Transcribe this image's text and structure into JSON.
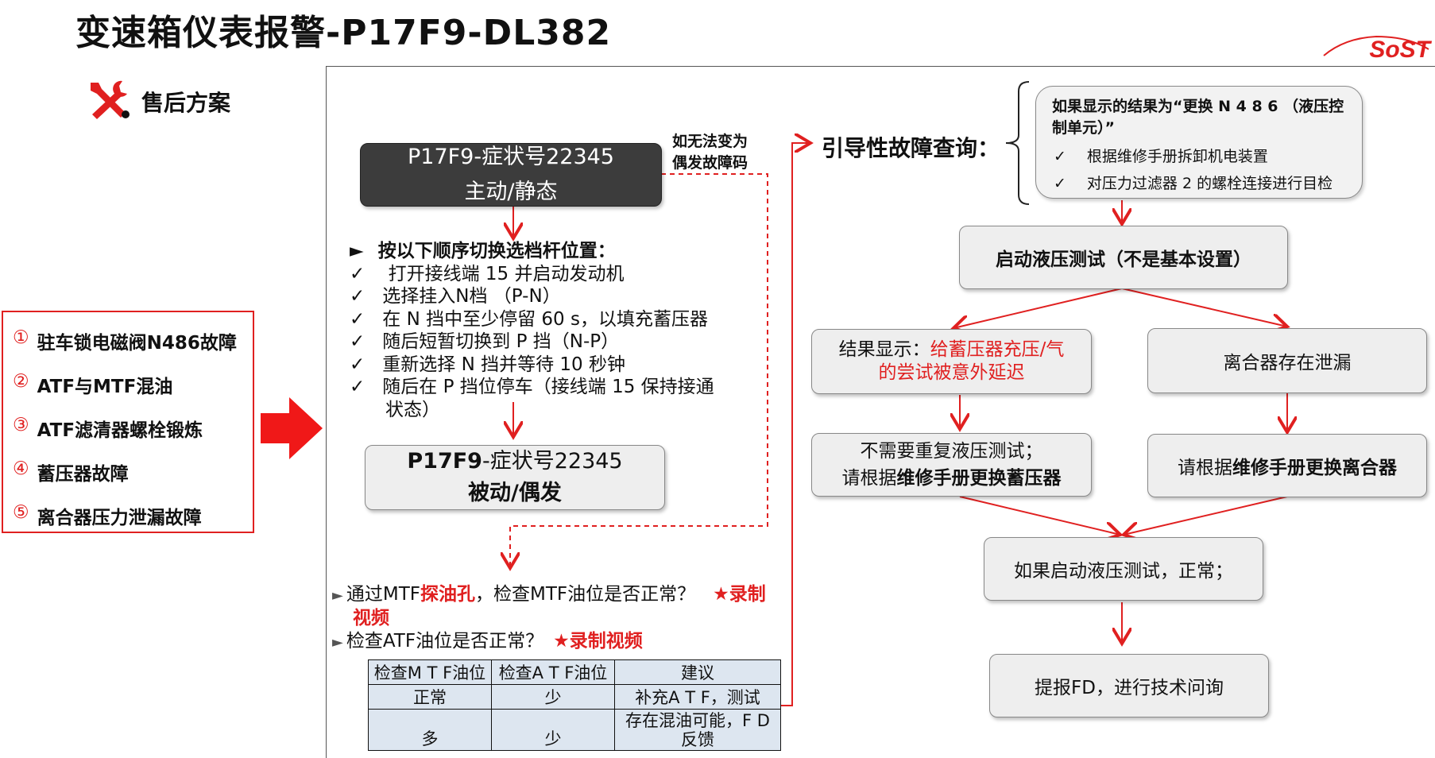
{
  "title": "变速箱仪表报警-P17F9-DL382",
  "logo": "SoST",
  "section": {
    "label": "售后方案",
    "icon": "wrench-screwdriver-icon"
  },
  "faults": [
    {
      "num": "①",
      "text": "驻车锁电磁阀N486故障"
    },
    {
      "num": "②",
      "text": "ATF与MTF混油"
    },
    {
      "num": "③",
      "text": "ATF滤清器螺栓锻炼"
    },
    {
      "num": "④",
      "text": "蓄压器故障"
    },
    {
      "num": "⑤",
      "text": "离合器压力泄漏故障"
    }
  ],
  "box1": {
    "line1": "P17F9-症状号22345",
    "line2": "主动/静态"
  },
  "note_sporadic": {
    "line1": "如无法变为",
    "line2": "偶发故障码"
  },
  "steps": {
    "heading_marker": "►",
    "heading": "按以下顺序切换选档杆位置：",
    "check": "✓",
    "items": [
      " 打开接线端 15 并启动发动机",
      "选择挂入N档 （P-N）",
      "在 N 挡中至少停留 60 s，以填充蓄压器",
      "随后短暂切换到 P 挡（N-P）",
      "重新选择 N 挡并等待 10 秒钟",
      "随后在 P 挡位停车（接线端 15 保持接通"
    ],
    "item_cont": "状态）"
  },
  "box2": {
    "line1_bold": "P17F9",
    "line1_rest": "-症状号22345",
    "line2": "被动/偶发"
  },
  "mtf": {
    "marker": "►",
    "line1_a": "通过MTF",
    "line1_red": "探油孔",
    "line1_b": "，检查MTF油位是否正常？",
    "line1_star": "★录制",
    "line1_star_cont": "视频",
    "line2_a": "检查ATF油位是否正常？",
    "line2_star": "★录制视频"
  },
  "table": {
    "headers": [
      "检查M T F油位",
      "检查A T F油位",
      "建议"
    ],
    "rows": [
      [
        "正常",
        "少",
        "补充A T F，测试"
      ],
      [
        "多",
        "少",
        "存在混油可能，F D\n反馈"
      ]
    ]
  },
  "guide": "引导性故障查询：",
  "info": {
    "line1_a": "如果显示的结果为“",
    "line1_b": "更换 N 4 8 6 （液压控",
    "line2": "制单元）”",
    "check": "✓",
    "items": [
      "根据维修手册拆卸机电装置",
      "对压力过滤器 2 的螺栓连接进行目检"
    ]
  },
  "hydro_test": "启动液压测试（不是基本设置）",
  "result_box": {
    "prefix": "结果显示：",
    "red1": "给蓄压器充压/气",
    "red2": "的尝试被意外延迟"
  },
  "clutch_leak": "离合器存在泄漏",
  "no_repeat": {
    "line1": "不需要重复液压测试；",
    "line2_a": "请根据",
    "line2_b": "维修手册更换蓄压器"
  },
  "replace_clutch": {
    "a": "请根据",
    "b": "维修手册更换离合器"
  },
  "if_normal": "如果启动液压测试，正常；",
  "report_fd": "提报FD，进行技术问询",
  "colors": {
    "accent_red": "#e02020",
    "dark_box": "#3c3c3c",
    "box_bg": "#eeeeee",
    "table_bg": "#dde6f0"
  }
}
